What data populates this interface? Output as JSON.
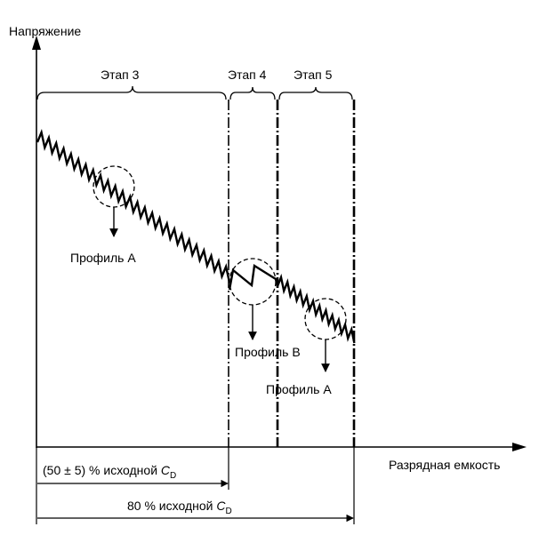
{
  "axes": {
    "y_label": "Напряжение",
    "x_label": "Разрядная емкость"
  },
  "stages": [
    {
      "label": "Этап 3"
    },
    {
      "label": "Этап 4"
    },
    {
      "label": "Этап 5"
    }
  ],
  "profiles": {
    "first": "Профиль А",
    "second": "Профиль В",
    "third": "Профиль А"
  },
  "dimensions": {
    "first_prefix": "(50 ± 5) % исходной ",
    "second_prefix": "80 % исходной ",
    "symbol": "C",
    "subscript": "D"
  },
  "colors": {
    "line": "#000000",
    "background": "#ffffff"
  },
  "icons": [
    "up-arrow-icon",
    "right-arrow-icon",
    "down-arrow-icon",
    "dashed-circle-icon"
  ]
}
